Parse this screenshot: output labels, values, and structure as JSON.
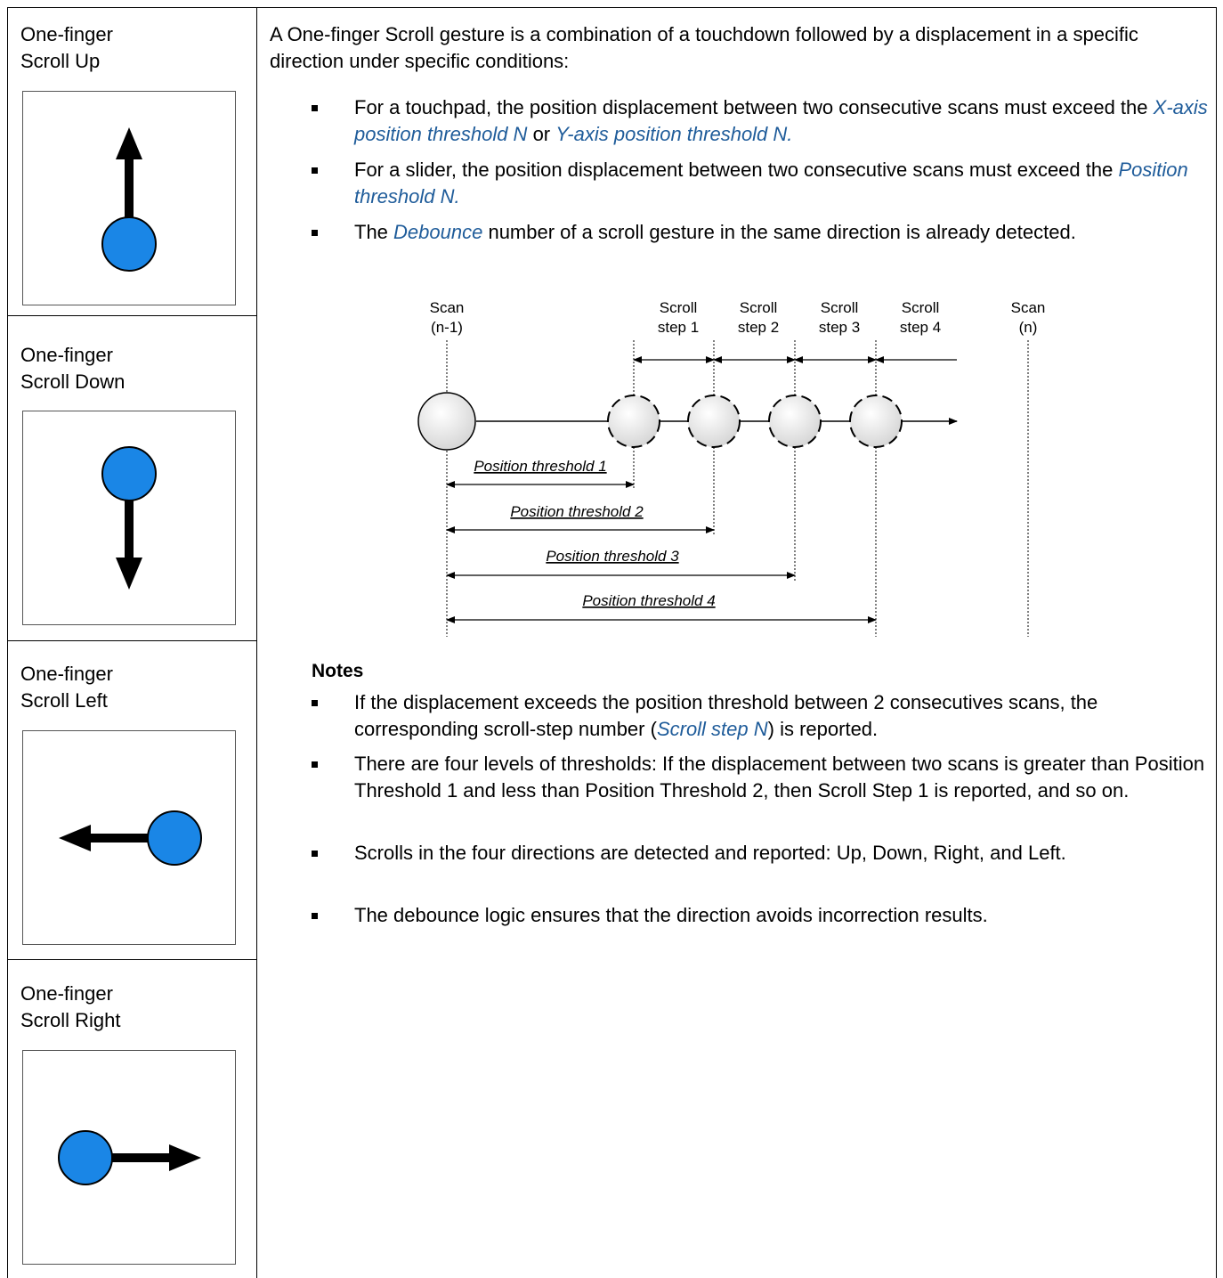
{
  "gestures": [
    {
      "title": "One-finger\nScroll Up",
      "icon": "scroll-up-icon",
      "direction": "up"
    },
    {
      "title": "One-finger\nScroll Down",
      "icon": "scroll-down-icon",
      "direction": "down"
    },
    {
      "title": "One-finger\nScroll Left",
      "icon": "scroll-left-icon",
      "direction": "left"
    },
    {
      "title": "One-finger\nScroll Right",
      "icon": "scroll-right-icon",
      "direction": "right"
    }
  ],
  "description": {
    "intro": "A One-finger Scroll gesture is a combination of a touchdown followed by a displacement in a specific direction under specific conditions:",
    "b1_pre": "For a touchpad, the position displacement between two consecutive scans must exceed the ",
    "b1_link1": "X-axis position threshold N",
    "b1_mid": " or ",
    "b1_link2": "Y-axis position threshold N.",
    "b2_pre": "For a slider, the position displacement between two consecutive scans must exceed the ",
    "b2_link": "Position threshold N.",
    "b3_pre": "The ",
    "b3_link": "Debounce",
    "b3_post": " number of a scroll gesture in the same direction is already detected."
  },
  "diagram": {
    "scan_prev": [
      "Scan",
      "(n-1)"
    ],
    "scan_next": [
      "Scan",
      "(n)"
    ],
    "steps": [
      [
        "Scroll",
        "step 1"
      ],
      [
        "Scroll",
        "step 2"
      ],
      [
        "Scroll",
        "step 3"
      ],
      [
        "Scroll",
        "step 4"
      ]
    ],
    "thresholds": [
      "Position threshold 1",
      "Position threshold 2",
      "Position threshold 3",
      "Position threshold 4"
    ]
  },
  "notes": {
    "heading": "Notes",
    "n1_pre": "If the displacement exceeds the position threshold between 2 consecutives scans, the corresponding scroll-step number (",
    "n1_link": "Scroll step N",
    "n1_post": ") is reported.",
    "n2": "There are four levels of thresholds: If the displacement between two scans is greater than Position Threshold 1 and less than Position Threshold 2, then Scroll Step 1 is reported, and so on.",
    "n3": "Scrolls in the four directions are detected and reported: Up, Down, Right, and Left.",
    "n4": "The debounce logic ensures that the direction avoids incorrection results."
  },
  "colors": {
    "finger_fill": "#1a86e6",
    "link": "#1f5c9a"
  }
}
